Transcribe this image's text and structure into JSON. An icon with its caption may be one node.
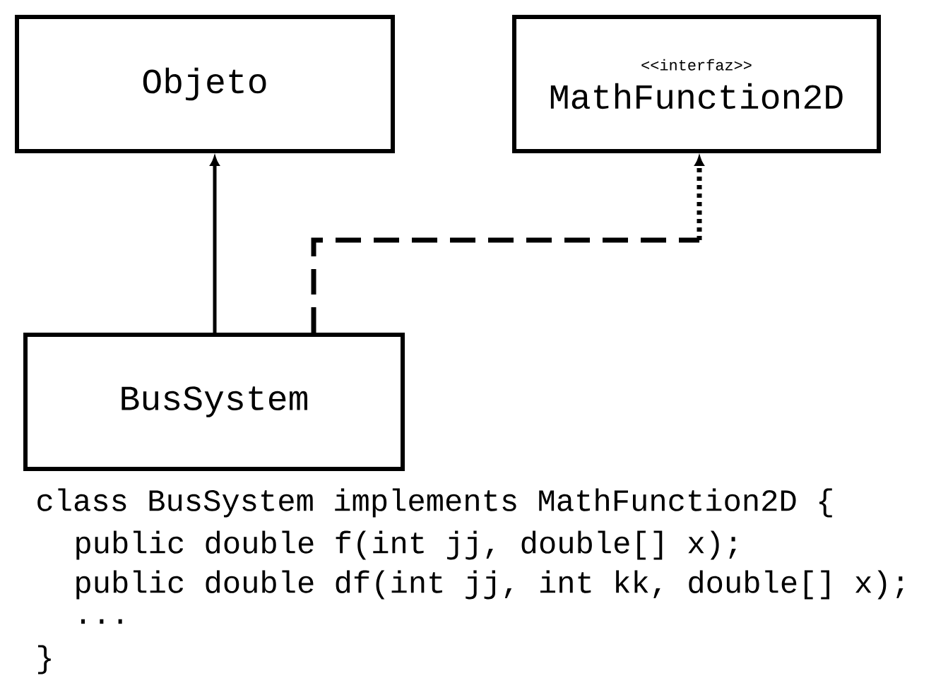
{
  "diagram": {
    "nodes": [
      {
        "text": [
          "Objeto"
        ]
      },
      {
        "text": [
          "<<interfaz>>",
          "MathFunction2D"
        ]
      },
      {
        "text": [
          "BusSystem"
        ]
      }
    ],
    "edges": [
      {
        "from": 2,
        "to": 0,
        "arrow": "to"
      },
      {
        "from": 2,
        "to": 1,
        "arrow": "to",
        "style": "dashed"
      }
    ],
    "labels": [
      "class BusSystem implements MathFunction2D {",
      "public double f(int jj, double[] x);",
      "public double df(int jj, int kk, double[] x);",
      "...",
      "}"
    ]
  }
}
